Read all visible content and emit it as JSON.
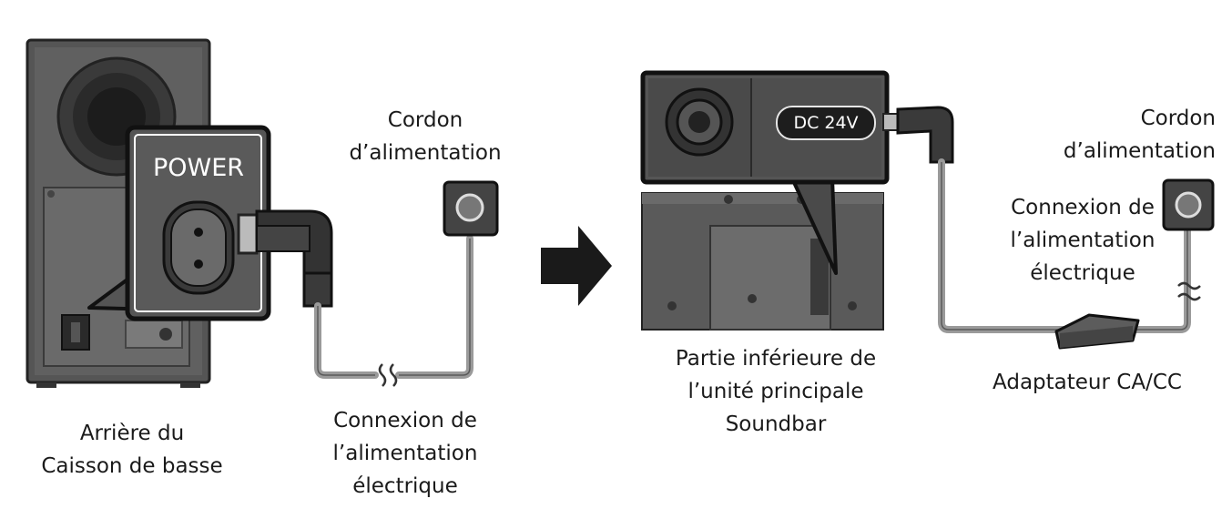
{
  "left_panel": {
    "power_label": "POWER",
    "cord_label_line1": "Cordon",
    "cord_label_line2": "d’alimentation",
    "connection_line1": "Connexion de",
    "connection_line2": "l’alimentation",
    "connection_line3": "électrique",
    "rear_line1": "Arrière du",
    "rear_line2": "Caisson de basse"
  },
  "right_panel": {
    "dc_label": "DC 24V",
    "cord_label_line1": "Cordon",
    "cord_label_line2": "d’alimentation",
    "connection_line1": "Connexion de",
    "connection_line2": "l’alimentation",
    "connection_line3": "électrique",
    "bottom_line1": "Partie inférieure de",
    "bottom_line2": "l’unité principale",
    "bottom_line3": "Soundbar",
    "adapter_label": "Adaptateur CA/CC"
  },
  "icons": {
    "arrow": "arrow-right-icon",
    "outlet": "wall-outlet-icon",
    "cable_break": "cable-break-icon"
  },
  "colors": {
    "device_dark": "#3a3a3a",
    "device_mid": "#5a5a5a",
    "cable": "#9a9a9a",
    "outline": "#1a1a1a"
  }
}
